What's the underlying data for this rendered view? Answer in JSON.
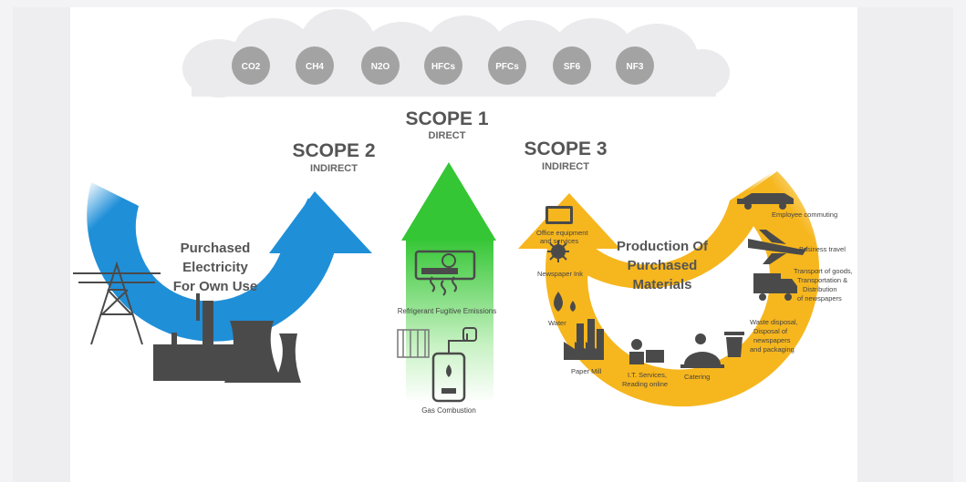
{
  "gases": [
    "CO2",
    "CH4",
    "N2O",
    "HFCs",
    "PFCs",
    "SF6",
    "NF3"
  ],
  "scope1": {
    "title": "SCOPE 1",
    "subtitle": "DIRECT"
  },
  "scope2": {
    "title": "SCOPE 2",
    "subtitle": "INDIRECT",
    "center_lines": [
      "Purchased",
      "Electricity",
      "For Own Use"
    ]
  },
  "scope3": {
    "title": "SCOPE 3",
    "subtitle": "INDIRECT",
    "center_lines": [
      "Production Of",
      "Purchased",
      "Materials"
    ]
  },
  "scope1_labels": {
    "refrigerant": "Refrigerant Fugitive Emissions",
    "gas": "Gas Combustion"
  },
  "scope3_labels": {
    "office": [
      "Office equipment",
      "and services"
    ],
    "ink": "Newspaper Ink",
    "water": "Water",
    "paper_mill": "Paper Mill",
    "it": [
      "I.T. Services,",
      "Reading online"
    ],
    "catering": "Catering",
    "waste": [
      "Waste disposal,",
      "Disposal of",
      "newspapers",
      "and packaging"
    ],
    "transport": [
      "Transport of goods,",
      "Transportation &",
      "Distribution",
      "of newspapers"
    ],
    "travel": "Business travel",
    "commuting": "Employee commuting"
  },
  "colors": {
    "scope1": "#3cc83c",
    "scope2": "#1f8fd8",
    "scope3": "#f6b61e",
    "gas_circle": "#a3a3a3",
    "cloud": "#e9e9ec",
    "heading": "#555555",
    "icon": "#4a4a4a"
  }
}
